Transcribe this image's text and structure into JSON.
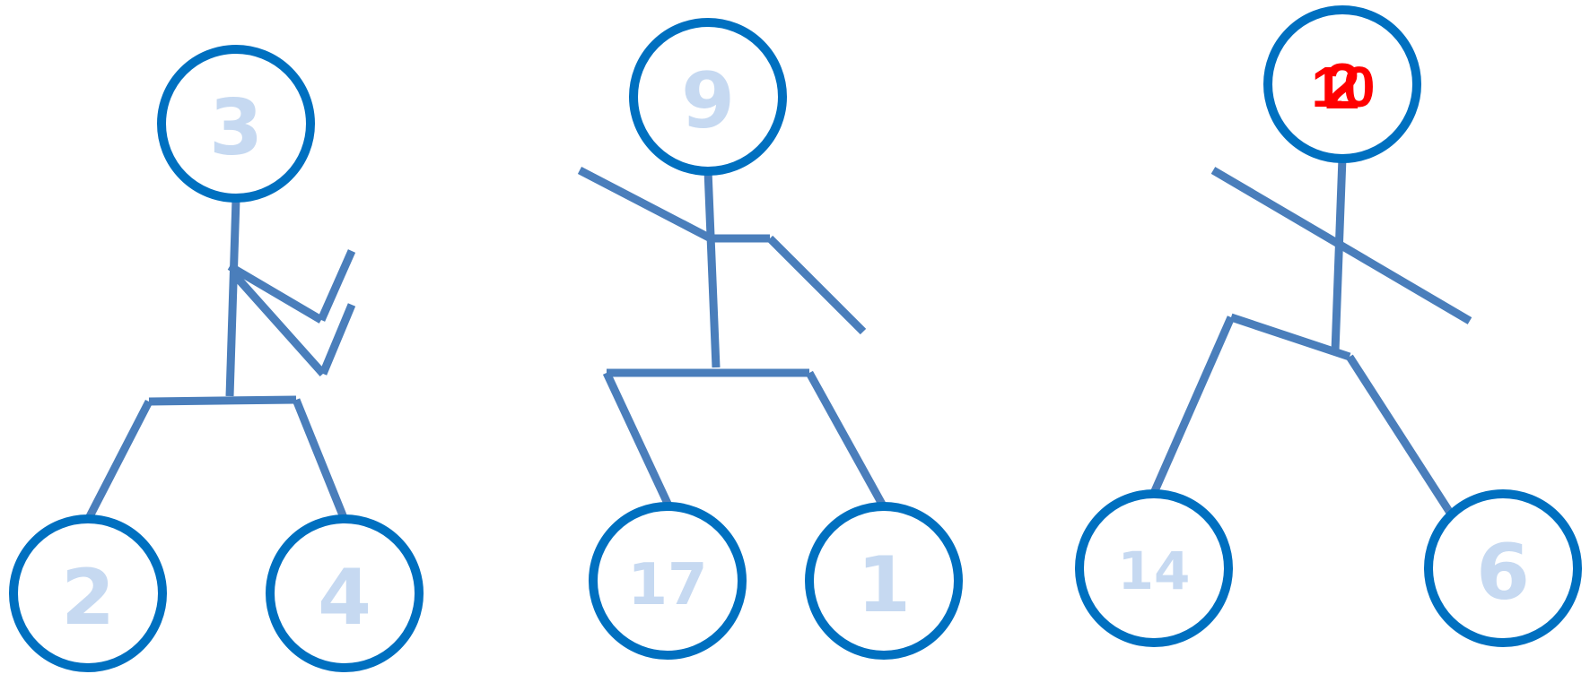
{
  "figures": [
    {
      "root": "3",
      "left_child": "2",
      "right_child": "4"
    },
    {
      "root": "9",
      "left_child": "17",
      "right_child": "1"
    },
    {
      "root_overlapping_texts": [
        "10",
        "2"
      ],
      "left_child": "14",
      "right_child": "6"
    }
  ],
  "colors": {
    "node_outline": "#0070c0",
    "line": "#4a7ebb",
    "node_text": "#c6d9f1",
    "highlight_text": "#ff0000"
  }
}
